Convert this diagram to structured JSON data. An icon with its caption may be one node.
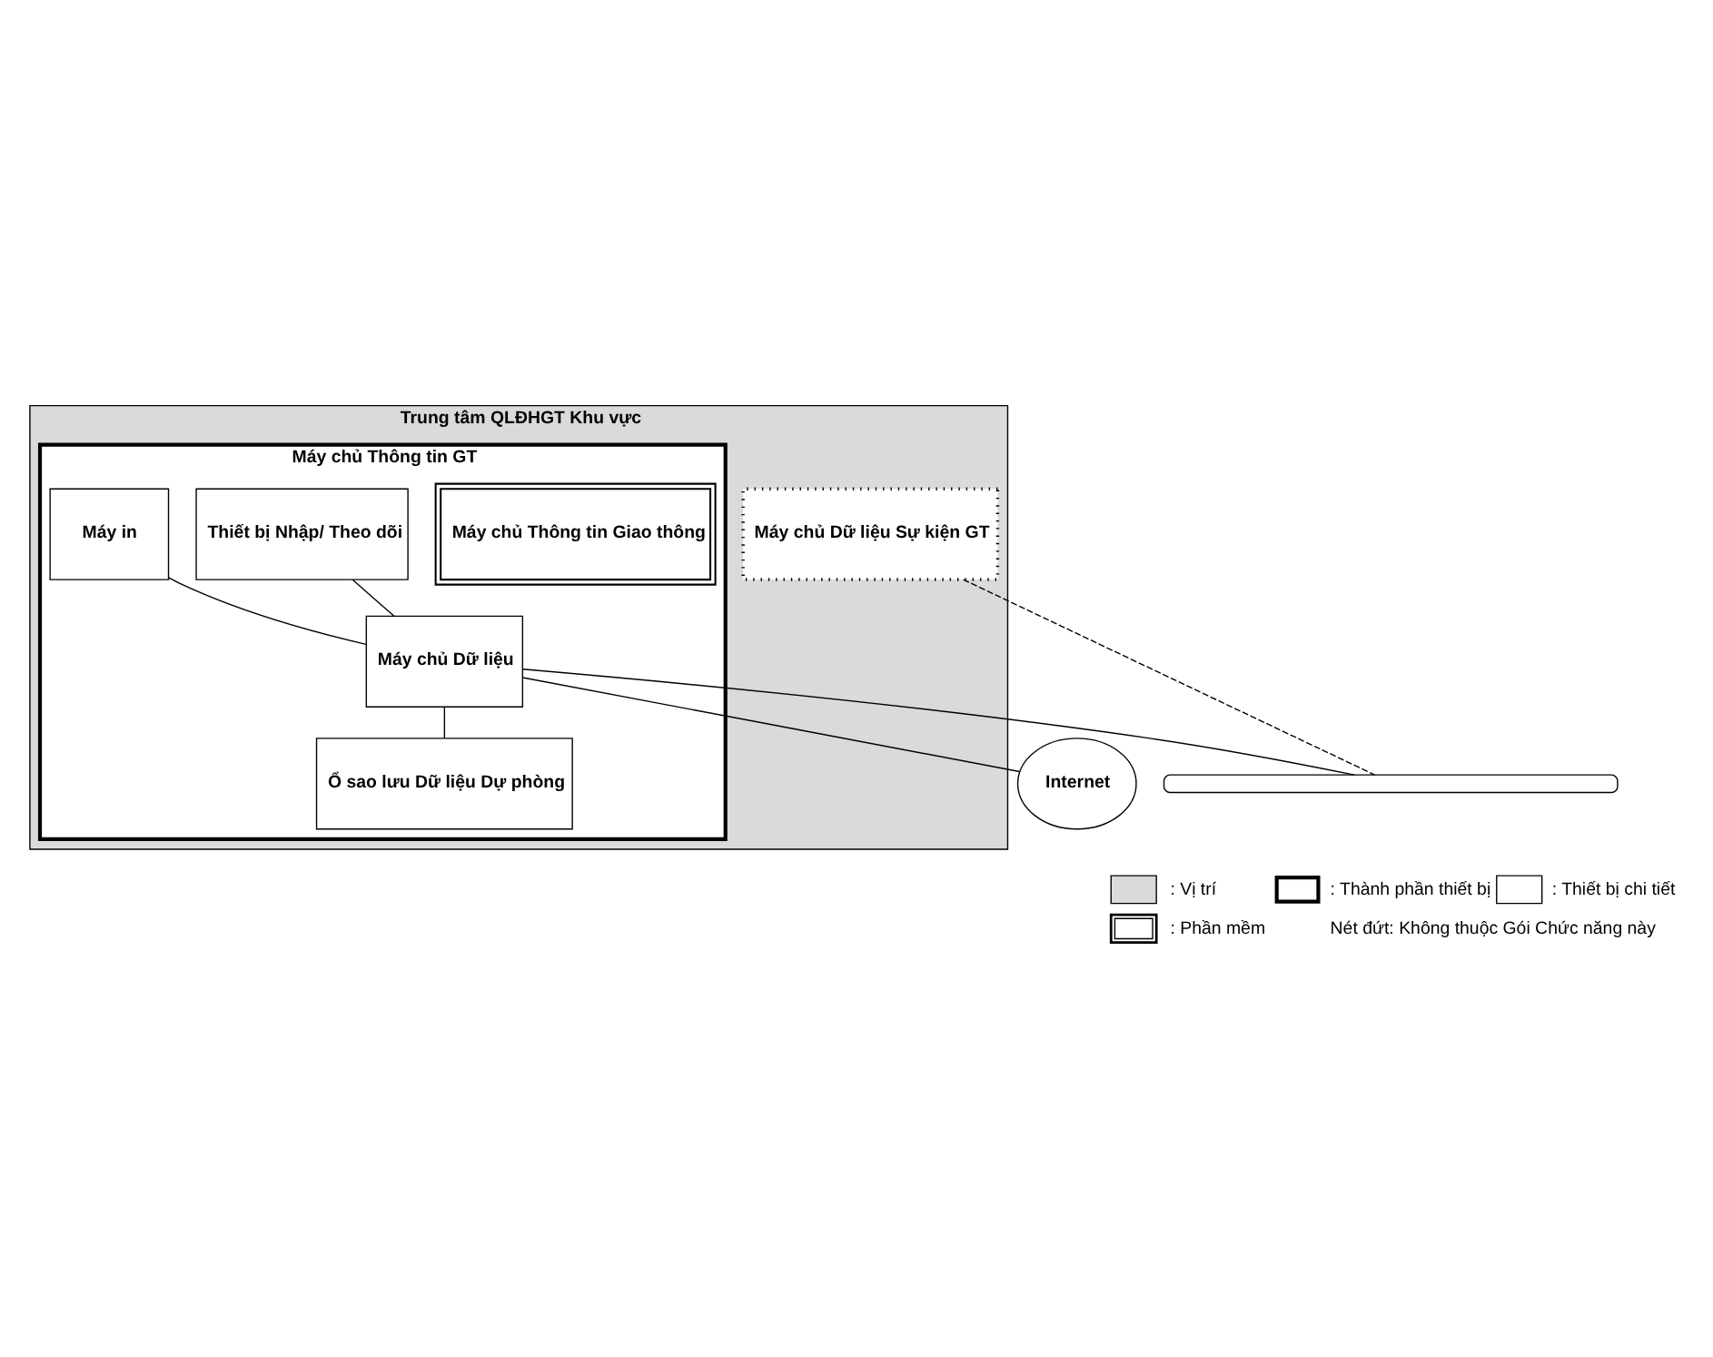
{
  "diagram": {
    "nodes": [
      {
        "text": [
          "Trung tâm QLĐHGT Khu vực"
        ]
      },
      {
        "text": [
          "Máy chủ Thông tin GT"
        ],
        "in": 0
      },
      {
        "text": [
          "Máy chủ Thông tin Giao thông"
        ],
        "in": 1
      },
      {
        "text": [
          "Thiết bị Nhập/ Theo dõi"
        ],
        "in": 1
      },
      {
        "text": [
          "Máy in"
        ],
        "in": 1
      },
      {
        "text": [
          "Máy chủ Dữ liệu"
        ],
        "in": 1
      },
      {
        "text": [
          "Ổ sao lưu Dữ liệu Dự phòng"
        ],
        "in": 1
      },
      {
        "text": [
          "Máy chủ Dữ liệu Sự kiện GT"
        ],
        "in": 0
      },
      {
        "text": [],
        "shape": "bar"
      },
      {
        "text": [
          "Internet"
        ]
      }
    ],
    "edges": [
      {
        "from": 3,
        "to": 5,
        "arrow": "none"
      },
      {
        "from": 4,
        "to": 5,
        "arrow": "none"
      },
      {
        "from": 5,
        "to": 6,
        "arrow": "none"
      },
      {
        "from": 7,
        "to": 8,
        "arrow": "none",
        "style": "dashed"
      },
      {
        "from": 5,
        "to": 8,
        "arrow": "none"
      },
      {
        "from": 5,
        "to": 9,
        "arrow": "none"
      }
    ],
    "labels": [
      "Nét đứt: Không thuộc Gói Chức năng này"
    ],
    "legend": [
      {
        "text": ": Vị trí",
        "color": "#d9dadc"
      },
      {
        "text": ": Thành phần thiết bị"
      },
      {
        "text": ": Thiết bị chi tiết"
      },
      {
        "text": ": Phần mềm"
      }
    ]
  }
}
